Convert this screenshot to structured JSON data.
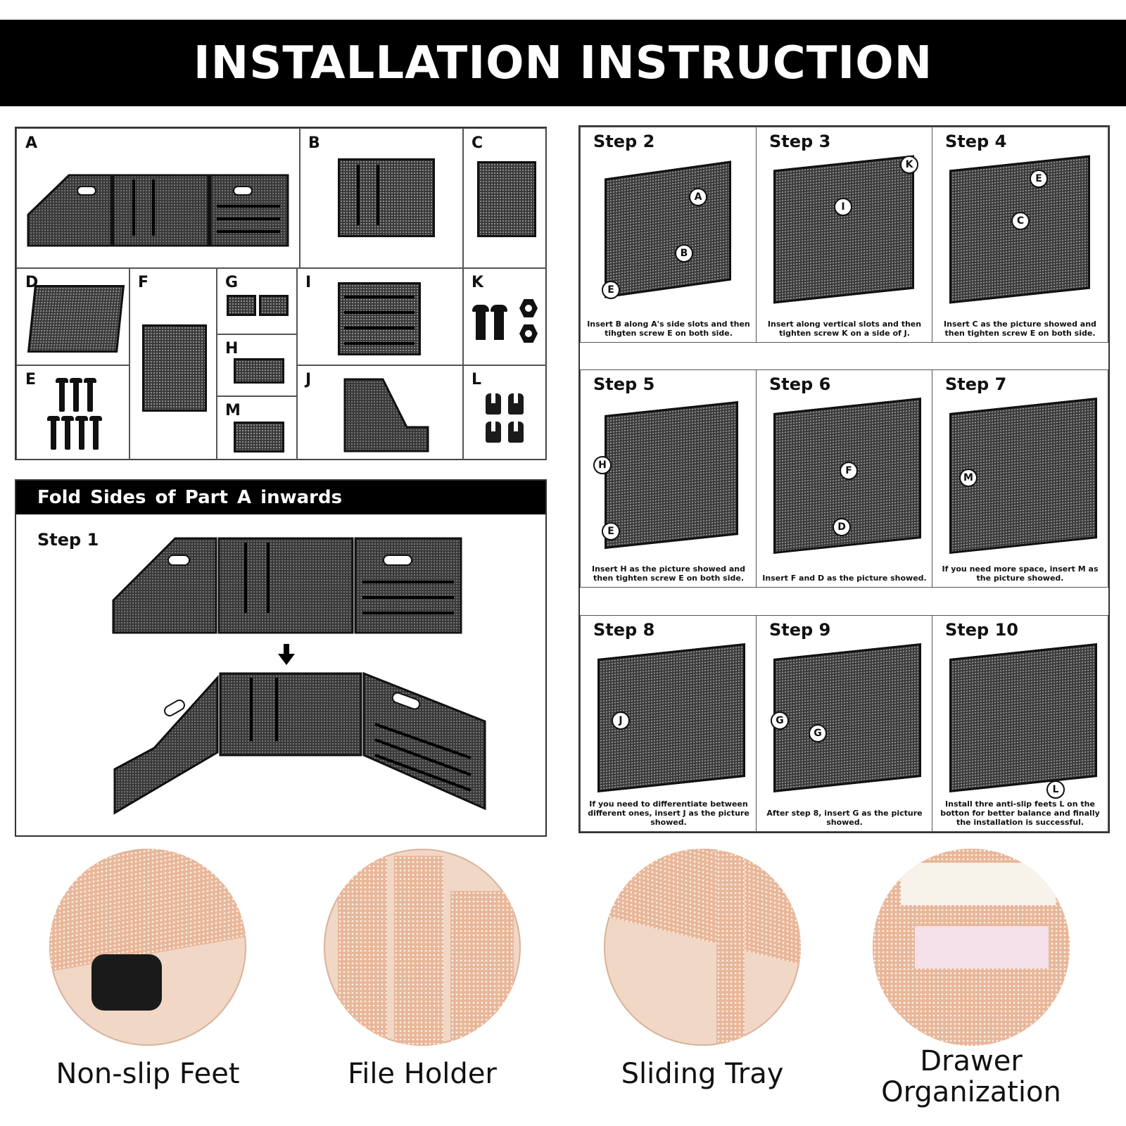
{
  "header": {
    "title": "INSTALLATION INSTRUCTION"
  },
  "parts": {
    "A": "A",
    "B": "B",
    "C": "C",
    "D": "D",
    "E": "E",
    "F": "F",
    "G": "G",
    "H": "H",
    "I": "I",
    "J": "J",
    "K": "K",
    "L": "L",
    "M": "M"
  },
  "fold": {
    "title": "Fold  Sides of  Part A inwards",
    "step_label": "Step 1"
  },
  "steps": [
    {
      "title": "Step 2",
      "caption": "Insert B along A's side slots and then tihgten screw E on both side.",
      "callouts": [
        "A",
        "B",
        "E"
      ]
    },
    {
      "title": "Step 3",
      "caption": "Insert along vertical slots and then tighten screw K on a side of J.",
      "callouts": [
        "K",
        "I"
      ]
    },
    {
      "title": "Step 4",
      "caption": "Insert C as the picture showed and then tighten screw E on both side.",
      "callouts": [
        "E",
        "C"
      ]
    },
    {
      "title": "Step 5",
      "caption": "Insert H as the picture showed and then tighten screw E on both side.",
      "callouts": [
        "H",
        "E"
      ]
    },
    {
      "title": "Step 6",
      "caption": "Insert F and D as the picture showed.",
      "callouts": [
        "F",
        "D"
      ]
    },
    {
      "title": "Step 7",
      "caption": "If you need more space, insert M as the picture showed.",
      "callouts": [
        "M"
      ]
    },
    {
      "title": "Step 8",
      "caption": "If you need to differentiate between different ones, insert J as the picture showed.",
      "callouts": [
        "J"
      ]
    },
    {
      "title": "Step 9",
      "caption": "After step 8, insert G as the picture showed.",
      "callouts": [
        "G",
        "G"
      ]
    },
    {
      "title": "Step 10",
      "caption": "Install thre anti-slip feets L on the botton for better balance and finally the installation is successful.",
      "callouts": [
        "L"
      ]
    }
  ],
  "features": [
    {
      "label": "Non-slip Feet"
    },
    {
      "label": "File Holder"
    },
    {
      "label": "Sliding Tray"
    },
    {
      "label": "Drawer Organization"
    }
  ],
  "colors": {
    "header_bg": "#000000",
    "rose_gold": "#e8b79a",
    "mesh_dark": "#3a3a3a"
  }
}
